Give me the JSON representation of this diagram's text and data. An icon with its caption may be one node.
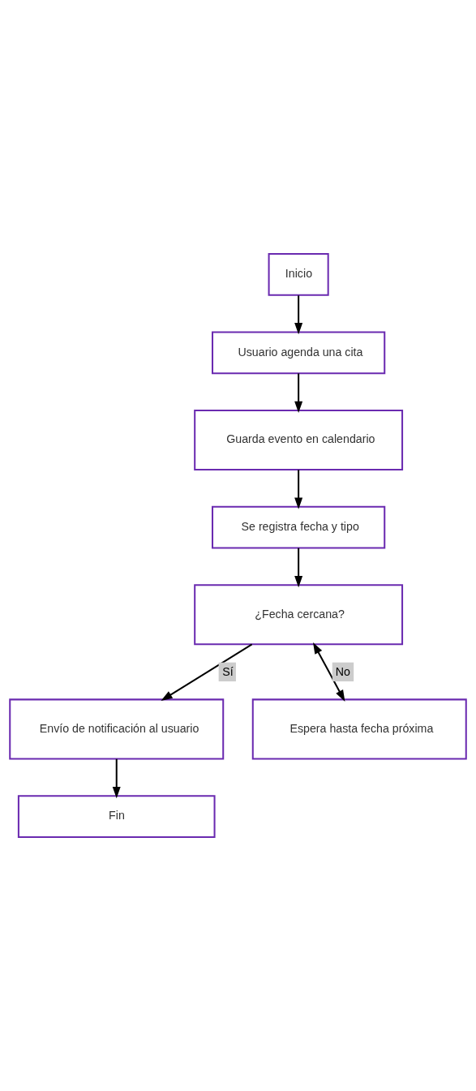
{
  "diagram": {
    "nodes": [
      {
        "text": [
          "Inicio"
        ]
      },
      {
        "text": [
          "Usuario agenda una cita"
        ]
      },
      {
        "text": [
          "Guarda evento en calendario"
        ]
      },
      {
        "text": [
          "Se registra fecha y tipo"
        ]
      },
      {
        "text": [
          "¿Fecha cercana?"
        ]
      },
      {
        "text": [
          "Envío de notificación al usuario"
        ]
      },
      {
        "text": [
          "Espera hasta fecha próxima"
        ]
      },
      {
        "text": [
          "Fin"
        ]
      }
    ],
    "edges": [
      {
        "from": 0,
        "to": 1,
        "arrow": "to"
      },
      {
        "from": 1,
        "to": 2,
        "arrow": "to"
      },
      {
        "from": 2,
        "to": 3,
        "arrow": "to"
      },
      {
        "from": 3,
        "to": 4,
        "arrow": "to"
      },
      {
        "from": 4,
        "to": 5,
        "arrow": "to",
        "label": "Sí"
      },
      {
        "from": 4,
        "to": 6,
        "arrow": "both",
        "label": "No"
      },
      {
        "from": 5,
        "to": 7,
        "arrow": "to"
      }
    ]
  }
}
